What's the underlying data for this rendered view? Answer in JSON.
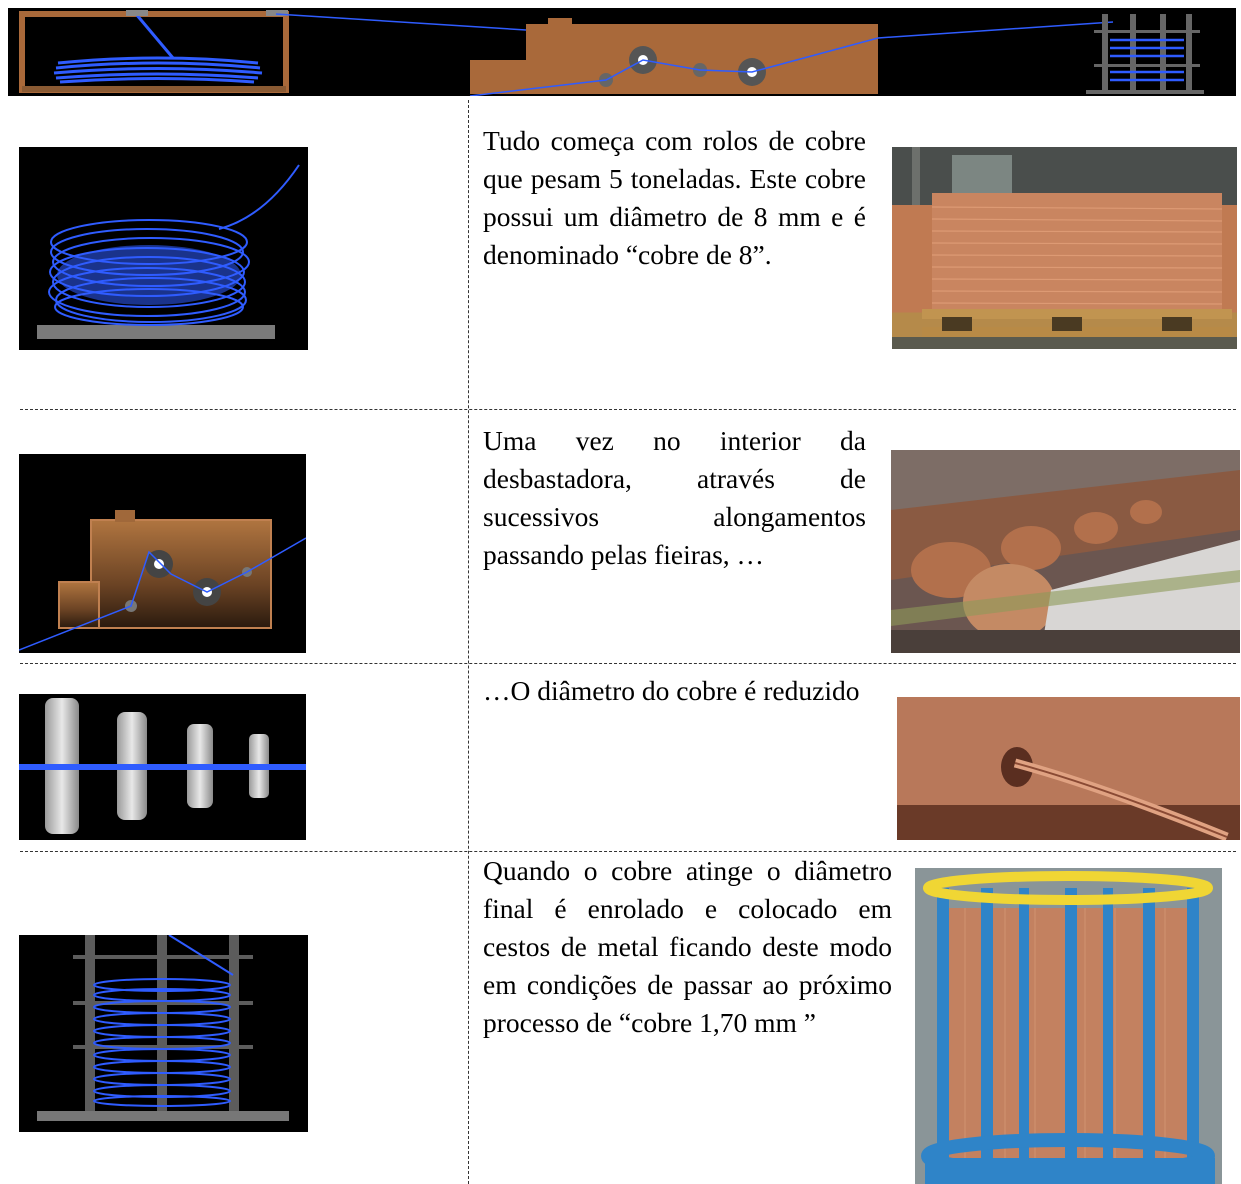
{
  "colors": {
    "wire_blue": "#2f5cff",
    "machine_copper": "#a9693a",
    "copper_photo": "#c78058",
    "basket_blue": "#2f84c8",
    "basket_yellow": "#f0d634"
  },
  "sections": [
    {
      "text": "Tudo começa com rolos de cobre que pesam 5 toneladas. Este cobre possui um diâmetro de 8 mm e é denominado “cobre de 8”."
    },
    {
      "text": "Uma vez no interior da desbastadora, através de sucessivos alongamentos passando pelas fieiras, …"
    },
    {
      "text": "…O diâmetro do cobre é reduzido"
    },
    {
      "text": "Quando o cobre atinge o diâmetro final é enrolado e colocado em cestos de metal ficando deste modo em condições de passar ao próximo processo de “cobre 1,70 mm ”"
    }
  ]
}
